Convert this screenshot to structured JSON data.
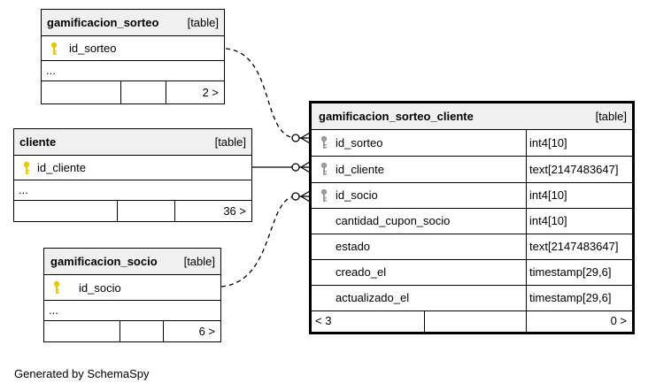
{
  "tables": {
    "gamificacion_sorteo": {
      "name": "gamificacion_sorteo",
      "tag": "[table]",
      "columns": [
        "id_sorteo"
      ],
      "ellipsis": "...",
      "footer_right": "2 >"
    },
    "cliente": {
      "name": "cliente",
      "tag": "[table]",
      "columns": [
        "id_cliente"
      ],
      "ellipsis": "...",
      "footer_right": "36 >"
    },
    "gamificacion_socio": {
      "name": "gamificacion_socio",
      "tag": "[table]",
      "columns": [
        "id_socio"
      ],
      "ellipsis": "...",
      "footer_right": "6 >"
    },
    "gamificacion_sorteo_cliente": {
      "name": "gamificacion_sorteo_cliente",
      "tag": "[table]",
      "columns": [
        {
          "name": "id_sorteo",
          "type": "int4[10]"
        },
        {
          "name": "id_cliente",
          "type": "text[2147483647]"
        },
        {
          "name": "id_socio",
          "type": "int4[10]"
        },
        {
          "name": "cantidad_cupon_socio",
          "type": "int4[10]"
        },
        {
          "name": "estado",
          "type": "text[2147483647]"
        },
        {
          "name": "creado_el",
          "type": "timestamp[29,6]"
        },
        {
          "name": "actualizado_el",
          "type": "timestamp[29,6]"
        }
      ],
      "footer_left": "< 3",
      "footer_right": "0 >"
    }
  },
  "footer": "Generated by SchemaSpy",
  "colors": {
    "key_primary": "#e6c800",
    "key_foreign": "#9a9a9a",
    "header_bg": "#f0f0f0"
  }
}
